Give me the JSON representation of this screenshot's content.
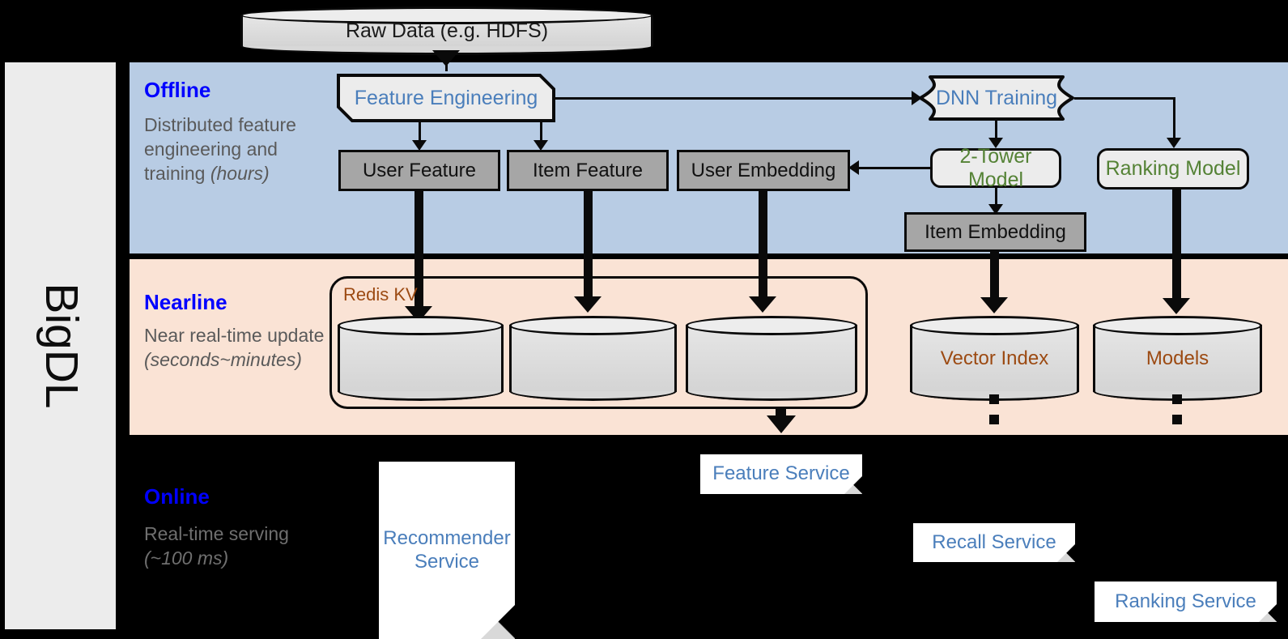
{
  "framework": {
    "name": "BigDL"
  },
  "bands": [
    {
      "id": "offline",
      "title": "Offline",
      "desc_line1": "Distributed feature engineering and training ",
      "desc_em": "(hours)"
    },
    {
      "id": "nearline",
      "title": "Nearline",
      "desc_line1": "Near real-time update ",
      "desc_em": "(seconds~minutes)"
    },
    {
      "id": "online",
      "title": "Online",
      "desc_line1": "Real-time serving ",
      "desc_em": "(~100 ms)"
    }
  ],
  "nodes": {
    "raw_data": "Raw Data (e.g. HDFS)",
    "feature_engineering": "Feature Engineering",
    "dnn_training": "DNN Training",
    "user_feature": "User Feature",
    "item_feature": "Item Feature",
    "user_embedding": "User Embedding",
    "two_tower_model": "2-Tower Model",
    "ranking_model": "Ranking Model",
    "item_embedding": "Item Embedding",
    "redis_kv": "Redis KV",
    "kv_store_1": "",
    "kv_store_2": "",
    "kv_store_3": "",
    "vector_index": "Vector Index",
    "models": "Models",
    "recommender_service": "Recommender Service",
    "feature_service": "Feature Service",
    "recall_service": "Recall Service",
    "ranking_service": "Ranking Service"
  },
  "colors": {
    "offline_band": "#b8cce4",
    "nearline_band": "#fae3d5",
    "online_band": "#000000",
    "band_title": "#0000ff",
    "band_desc": "#5a5a5a",
    "process_text": "#4a7ebb",
    "model_text": "#548235",
    "store_text": "#9c4a12",
    "data_box": "#a6a6a6",
    "light_box": "#ececec",
    "rail": "#ececec",
    "stroke": "#0a0a0a"
  }
}
